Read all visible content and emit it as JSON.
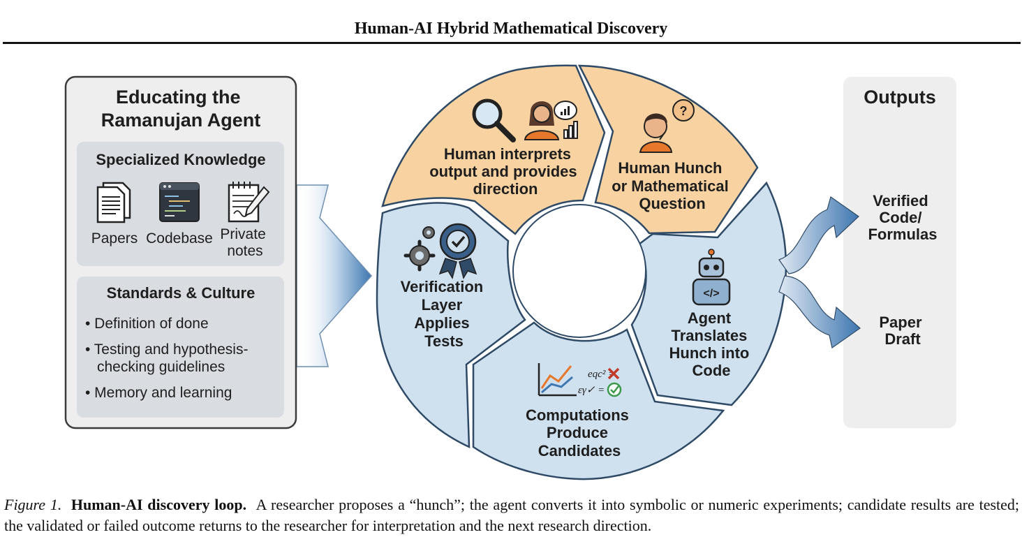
{
  "header": {
    "title": "Human-AI Hybrid Mathematical Discovery"
  },
  "left_panel": {
    "title_lines": [
      "Educating the",
      "Ramanujan Agent"
    ],
    "knowledge": {
      "title": "Specialized Knowledge",
      "items": [
        {
          "label_lines": [
            "Papers"
          ],
          "icon": "papers-icon"
        },
        {
          "label_lines": [
            "Codebase"
          ],
          "icon": "codebase-icon"
        },
        {
          "label_lines": [
            "Private",
            "notes"
          ],
          "icon": "notes-icon"
        }
      ]
    },
    "culture": {
      "title": "Standards & Culture",
      "bullets": [
        {
          "lines": [
            "• Definition of done"
          ]
        },
        {
          "lines": [
            "• Testing and hypothesis-",
            "checking guidelines"
          ]
        },
        {
          "lines": [
            "• Memory and learning"
          ]
        }
      ]
    }
  },
  "cycle": {
    "interpret": {
      "lines": [
        "Human interprets",
        "output and provides",
        "direction"
      ]
    },
    "hunch": {
      "lines": [
        "Human Hunch",
        "or Mathematical",
        "Question"
      ]
    },
    "translate": {
      "lines": [
        "Agent",
        "Translates",
        "Hunch into",
        "Code"
      ]
    },
    "compute": {
      "lines": [
        "Computations",
        "Produce",
        "Candidates"
      ],
      "formula_fail": "eqc² =",
      "formula_pass": "εγ✓ ="
    },
    "verify": {
      "lines": [
        "Verification",
        "Layer",
        "Applies",
        "Tests"
      ]
    }
  },
  "outputs": {
    "title": "Outputs",
    "items": [
      {
        "lines": [
          "Verified",
          "Code/",
          "Formulas"
        ]
      },
      {
        "lines": [
          "Paper",
          "Draft"
        ]
      }
    ]
  },
  "colors": {
    "orange_fill": "#f8d3a1",
    "blue_fill": "#cfe0ef",
    "outline": "#2e4a66",
    "arrow_blue": "#3f77b0",
    "panel_bg": "#eeeeee",
    "panel_border": "#3b3b3b"
  },
  "caption": {
    "fig_label": "Figure 1.",
    "bold": "Human-AI discovery loop.",
    "text": "A researcher proposes a “hunch”; the agent converts it into symbolic or numeric experiments; candidate results are tested; the validated or failed outcome returns to the researcher for interpretation and the next research direction."
  }
}
